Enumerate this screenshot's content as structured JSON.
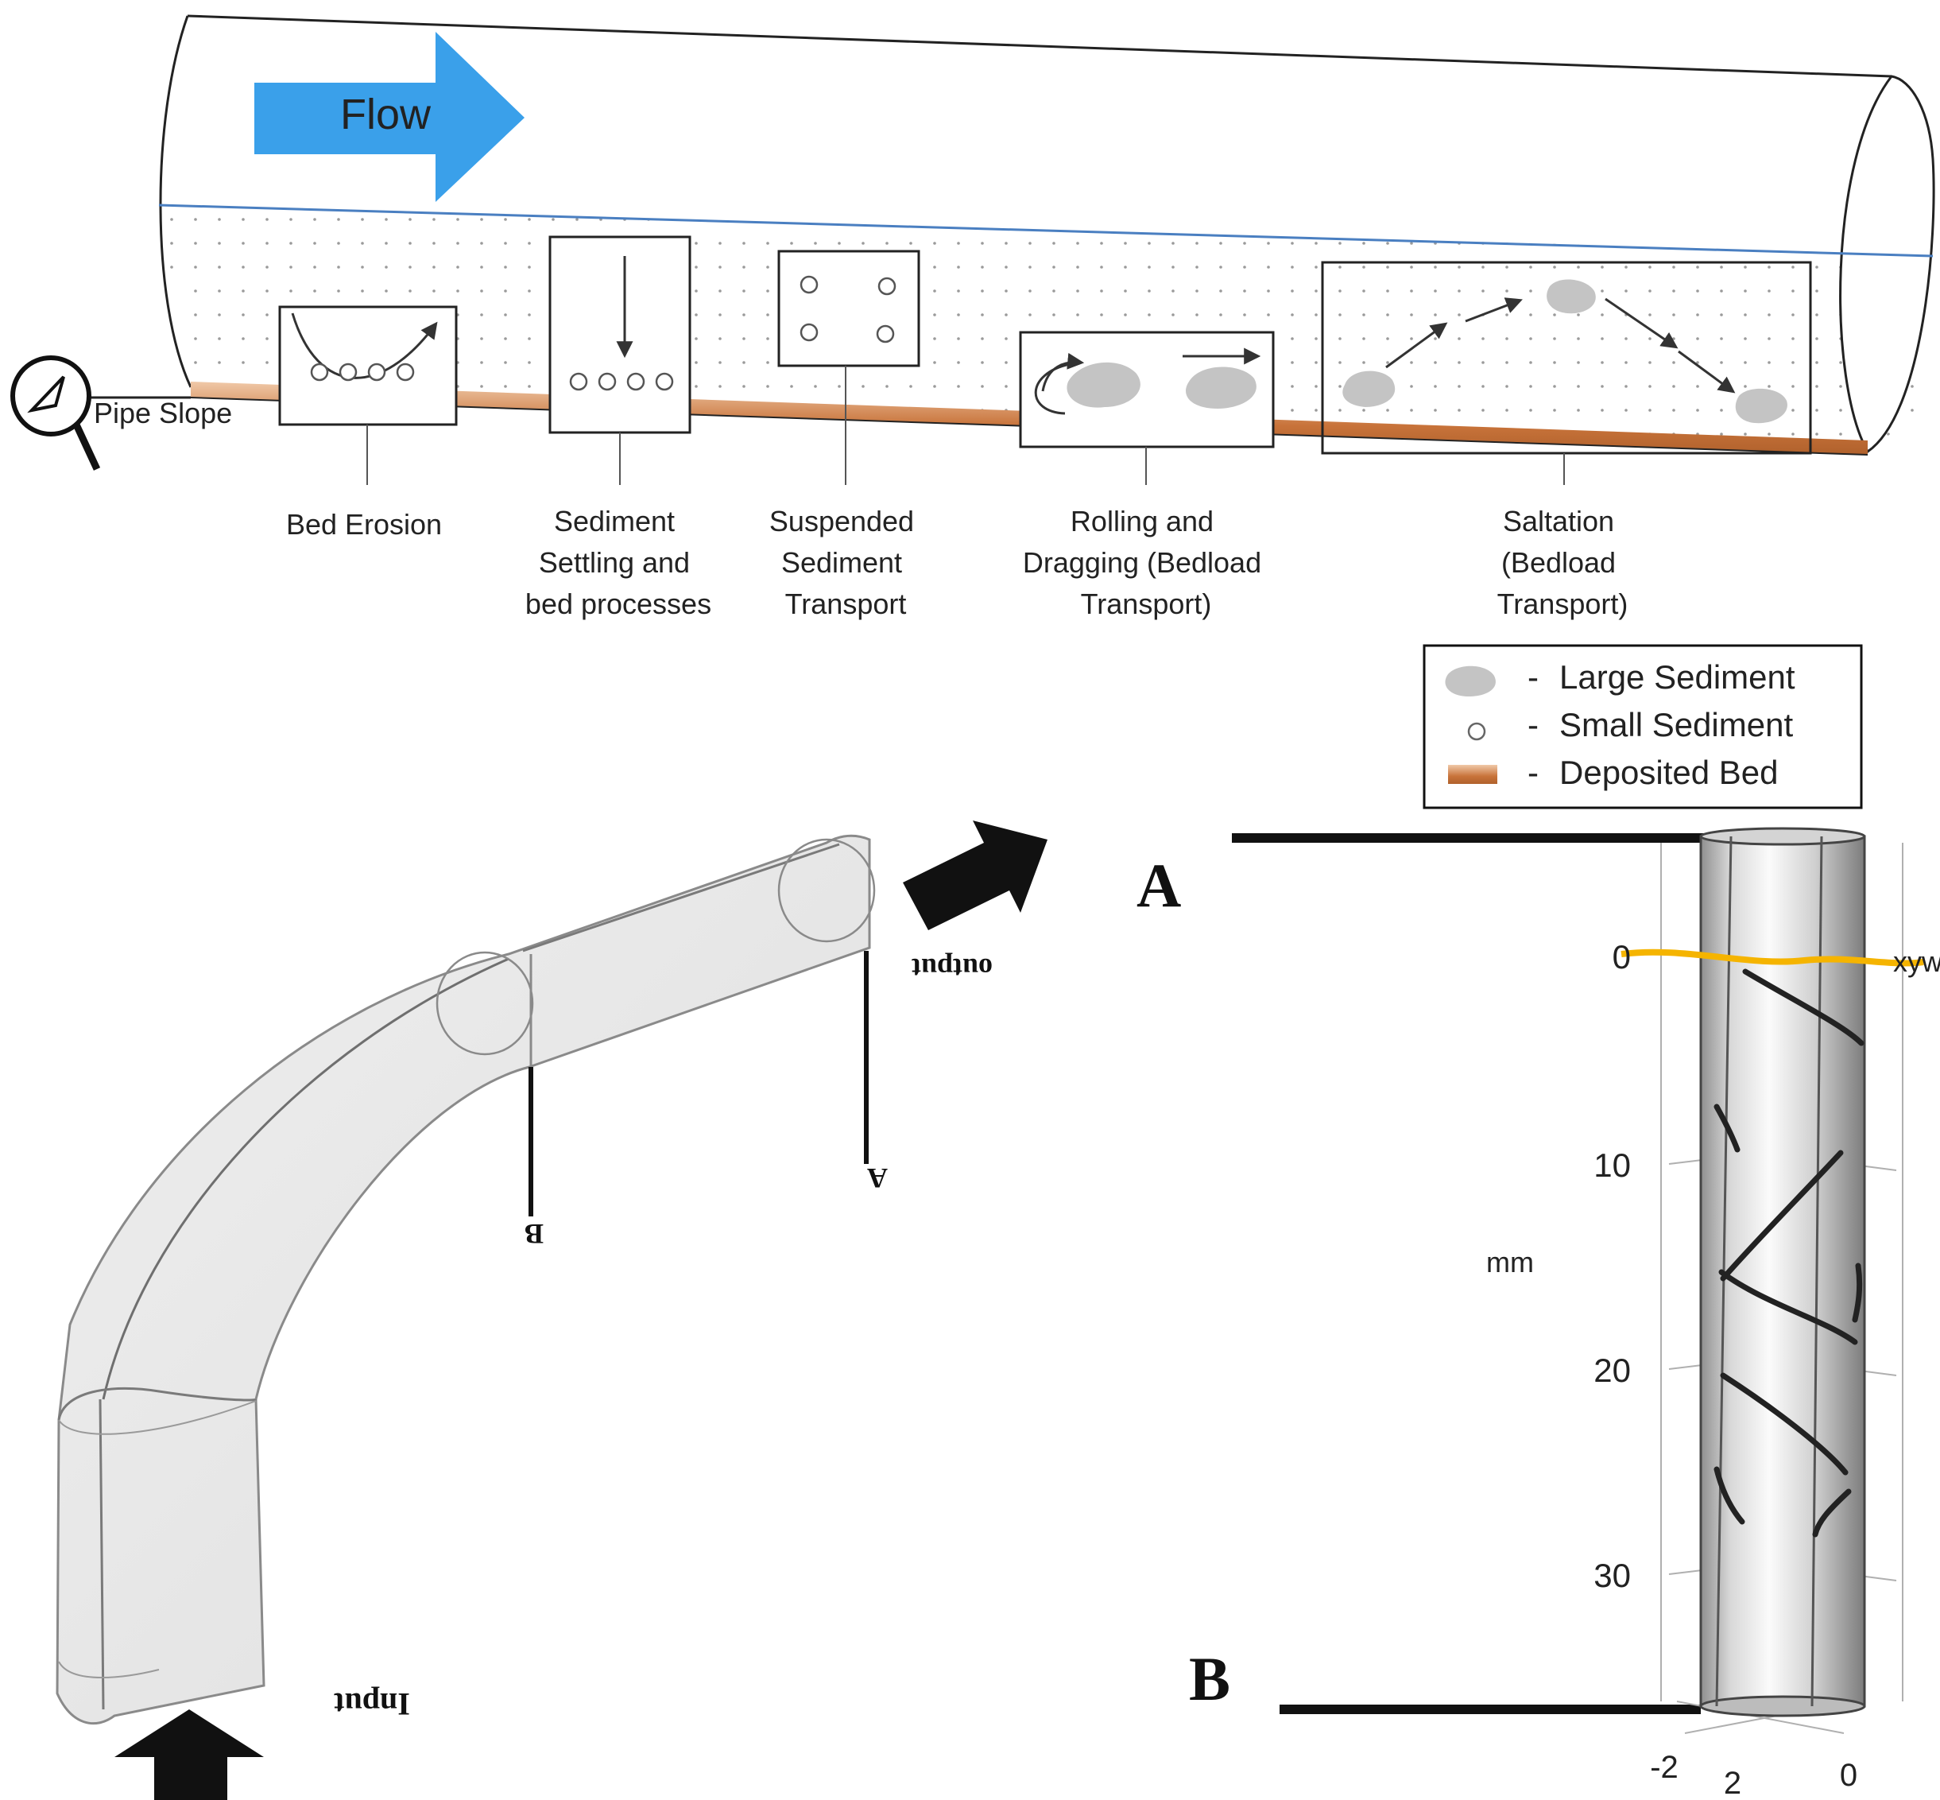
{
  "top": {
    "flow_label": "Flow",
    "pipe_slope_label": "Pipe Slope",
    "processes": [
      {
        "lines": [
          "Bed Erosion"
        ]
      },
      {
        "lines": [
          "Sediment",
          "Settling and",
          "bed processes"
        ]
      },
      {
        "lines": [
          "Suspended",
          "Sediment",
          "Transport"
        ]
      },
      {
        "lines": [
          "Rolling and",
          "Dragging (Bedload",
          "Transport)"
        ]
      },
      {
        "lines": [
          "Saltation",
          "(Bedload",
          "Transport)"
        ]
      }
    ],
    "legend": [
      {
        "symbol": "large-sediment",
        "label": "Large Sediment"
      },
      {
        "symbol": "small-sediment",
        "label": "Small Sediment"
      },
      {
        "symbol": "deposited-bed",
        "label": "Deposited Bed"
      }
    ],
    "legend_dash": "-"
  },
  "bend": {
    "output_label": "output",
    "input_label": "Input",
    "section_a": "A",
    "section_b": "B"
  },
  "cylinder": {
    "marker_a": "A",
    "marker_b": "B",
    "y_ticks": [
      "0",
      "10",
      "20",
      "30"
    ],
    "y_unit": "mm",
    "x_ticks": [
      "-2",
      "2",
      "0"
    ],
    "axis_tag": "xyw"
  },
  "colors": {
    "flow_arrow": "#3aa0ea",
    "water_line": "#4a7fc1",
    "deposited_bed": "#c8733a",
    "sediment": "#c4c4c4",
    "plane_marker": "#f5b400"
  }
}
